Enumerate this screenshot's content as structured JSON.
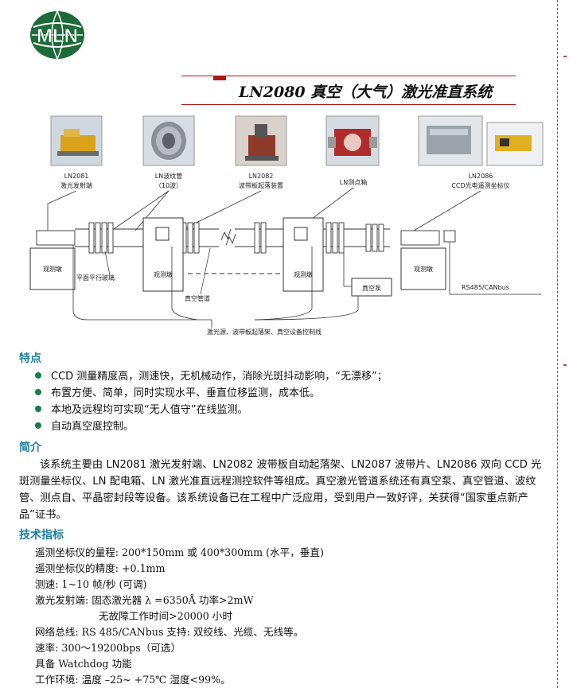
{
  "logo": {
    "text": "MLN"
  },
  "title": "LN2080  真空（大气）激光准直系统",
  "diagram": {
    "device_labels": [
      {
        "line1": "LN2081",
        "line2": "激光发射端"
      },
      {
        "line1": "LN波纹管",
        "line2": "（10波）"
      },
      {
        "line1": "LN2082",
        "line2": "波带板起落装置"
      },
      {
        "line1": "LN测点箱",
        "line2": ""
      },
      {
        "line1": "LN2086",
        "line2": "CCD光电遥测坐标仪"
      }
    ],
    "observation_pier": "观测墩",
    "flat_glass": "平面平行玻璃",
    "vacuum_pipe": "真空管道",
    "vacuum_pump": "真空泵",
    "bus_label": "RS485/CANbus",
    "control_line": "激光源、波带板起落架、真空设备控制线"
  },
  "features": {
    "heading": "特点",
    "items": [
      "CCD 测量精度高，测速快，无机械动作，消除光斑抖动影响，“无漂移”；",
      "布置方便、简单，同时实现水平、垂直位移监测，成本低。",
      "本地及远程均可实现“无人值守”在线监测。",
      "自动真空度控制。"
    ]
  },
  "intro": {
    "heading": "简介",
    "text": "该系统主要由 LN2081 激光发射端、LN2082 波带板自动起落架、LN2087 波带片、LN2086 双向 CCD 光斑测量坐标仪、LN 配电箱、LN 激光准直远程测控软件等组成。真空激光管道系统还有真空泵、真空管道、波纹管、测点自、平晶密封段等设备。该系统设备已在工程中广泛应用，受到用户一致好评，关获得“国家重点新产品”证书。"
  },
  "specs": {
    "heading": "技术指标",
    "lines": [
      "遥测坐标仪的量程: 200*150mm  或 400*300mm (水平，垂直)",
      "遥测坐标仪的精度: +0.1mm",
      "测速: 1~10  帧/秒 (可调)",
      "激光发射端: 固态激光器  λ =6350Å      功率>2mW",
      "无故障工作时间>20000  小时",
      "网络总线: RS 485/CANbus       支持: 双绞线、光缆、无线等。",
      "速率:  300～19200bps（可选）",
      "具备 Watchdog 功能",
      "工作环境: 温度  –25~ +75℃    湿度<99%。"
    ]
  },
  "colors": {
    "accent_red": "#b01818",
    "heading_teal": "#1d7ea2",
    "bullet_green": "#1a7a4a",
    "logo_green": "#1e6b3a"
  }
}
